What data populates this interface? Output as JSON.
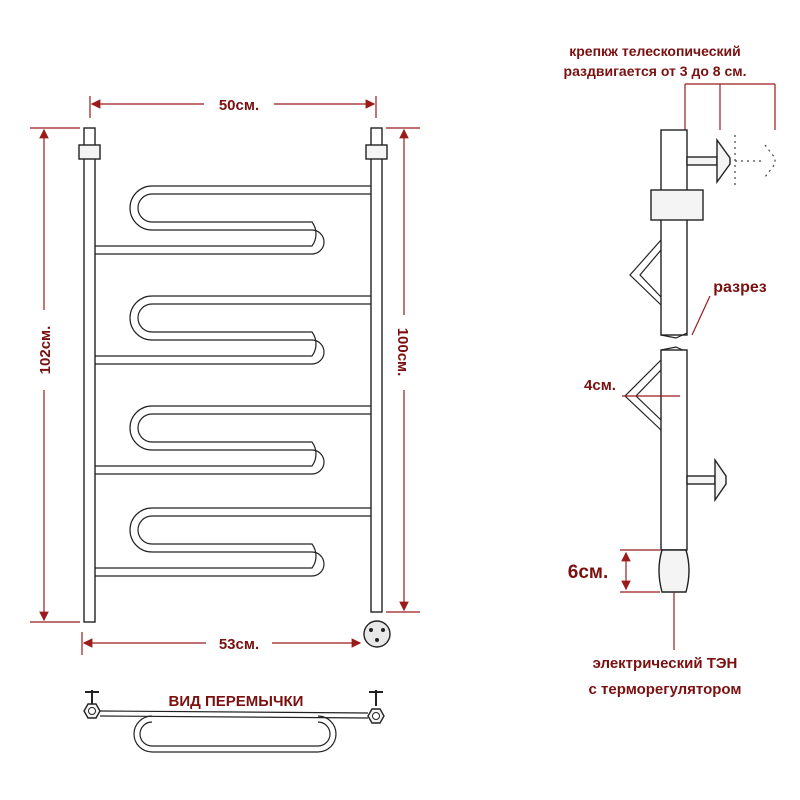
{
  "dimensions": {
    "top_width": "50см.",
    "bottom_width": "53см.",
    "left_height": "102см.",
    "right_height": "100см."
  },
  "labels": {
    "mount_line1": "крепкж телескопический",
    "mount_line2": "раздвигается от 3 до 8 см.",
    "section": "разрез",
    "offset": "4см.",
    "heater_height": "6см.",
    "heater_line1": "электрический  ТЭН",
    "heater_line2": "с терморегулятором",
    "jumper_view": "ВИД ПЕРЕМЫЧКИ"
  },
  "colors": {
    "dimension": "#9b1b1b",
    "label": "#7a1010",
    "outline": "#222222"
  }
}
